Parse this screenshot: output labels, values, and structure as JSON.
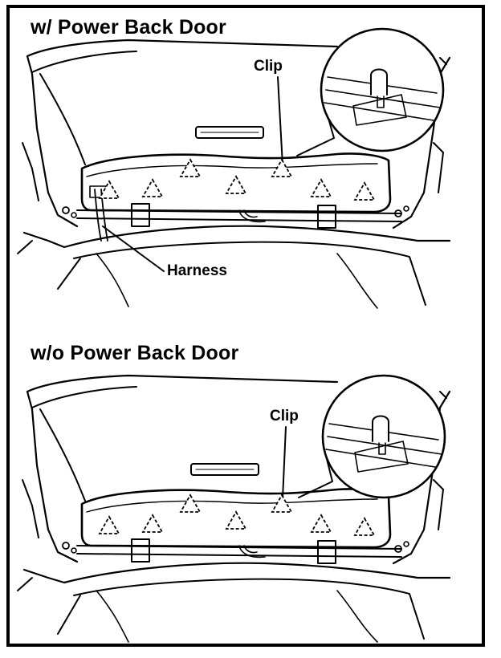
{
  "diagrams": [
    {
      "title": "w/ Power Back Door",
      "labels": {
        "clip": "Clip",
        "harness": "Harness"
      }
    },
    {
      "title": "w/o Power Back Door",
      "labels": {
        "clip": "Clip"
      }
    }
  ],
  "colors": {
    "line": "#000000",
    "background": "#ffffff"
  },
  "icons": [
    "clip-callout-magnifier-icon",
    "clip-location-triangle-icon",
    "hinge-icon"
  ]
}
